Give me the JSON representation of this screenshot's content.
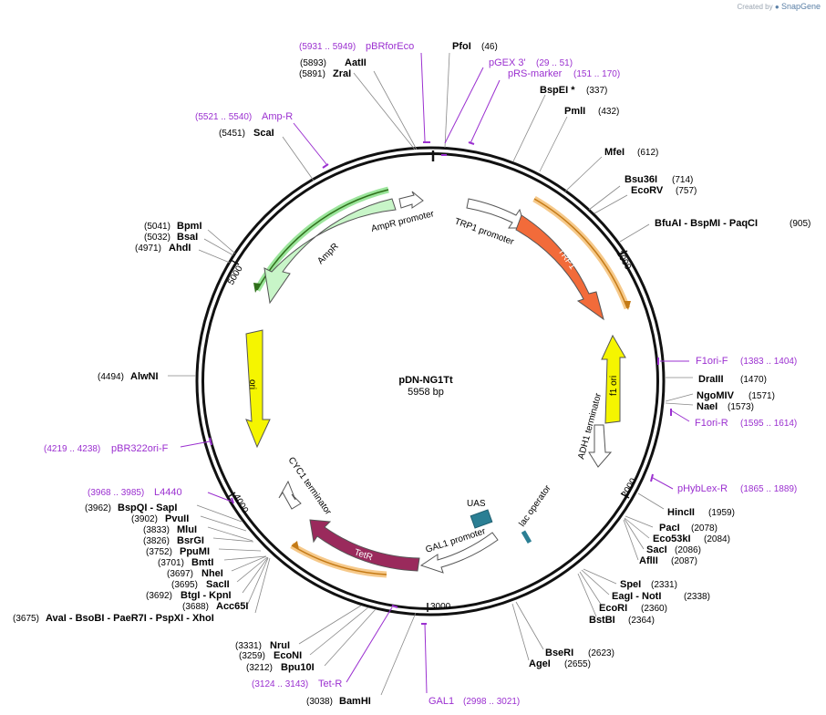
{
  "credit": {
    "prefix": "Created by",
    "brand": "SnapGene"
  },
  "plasmid": {
    "name": "pDN-NG1Tt",
    "size_label": "5958 bp"
  },
  "ticks": [
    {
      "label": "1000"
    },
    {
      "label": "2000"
    },
    {
      "label": "3000"
    },
    {
      "label": "4000"
    },
    {
      "label": "5000"
    }
  ],
  "features": [
    {
      "label": "AmpR promoter"
    },
    {
      "label": "AmpR"
    },
    {
      "label": "TRP1 promoter"
    },
    {
      "label": "TRP1"
    },
    {
      "label": "ori"
    },
    {
      "label": "f1 ori"
    },
    {
      "label": "ADH1 terminator"
    },
    {
      "label": "CYC1 terminator"
    },
    {
      "label": "TetR"
    },
    {
      "label": "GAL1 promoter"
    },
    {
      "label": "UAS"
    },
    {
      "label": "lac operator"
    }
  ],
  "sites": [
    {
      "name": "PfoI",
      "pos": "(46)"
    },
    {
      "name": "AatII",
      "pos": "(5893)"
    },
    {
      "name": "ZraI",
      "pos": "(5891)"
    },
    {
      "name": "BspEI *",
      "pos": "(337)"
    },
    {
      "name": "PmlI",
      "pos": "(432)"
    },
    {
      "name": "MfeI",
      "pos": "(612)"
    },
    {
      "name": "Bsu36I",
      "pos": "(714)"
    },
    {
      "name": "EcoRV",
      "pos": "(757)"
    },
    {
      "name": "BfuAI - BspMI - PaqCI",
      "pos": "(905)"
    },
    {
      "name": "ScaI",
      "pos": "(5451)"
    },
    {
      "name": "BpmI",
      "pos": "(5041)"
    },
    {
      "name": "BsaI",
      "pos": "(5032)"
    },
    {
      "name": "AhdI",
      "pos": "(4971)"
    },
    {
      "name": "AlwNI",
      "pos": "(4494)"
    },
    {
      "name": "DraIII",
      "pos": "(1470)"
    },
    {
      "name": "NgoMIV",
      "pos": "(1571)"
    },
    {
      "name": "NaeI",
      "pos": "(1573)"
    },
    {
      "name": "HincII",
      "pos": "(1959)"
    },
    {
      "name": "PacI",
      "pos": "(2078)"
    },
    {
      "name": "Eco53kI",
      "pos": "(2084)"
    },
    {
      "name": "SacI",
      "pos": "(2086)"
    },
    {
      "name": "AflII",
      "pos": "(2087)"
    },
    {
      "name": "SpeI",
      "pos": "(2331)"
    },
    {
      "name": "EagI - NotI",
      "pos": "(2338)"
    },
    {
      "name": "EcoRI",
      "pos": "(2360)"
    },
    {
      "name": "BstBI",
      "pos": "(2364)"
    },
    {
      "name": "BseRI",
      "pos": "(2623)"
    },
    {
      "name": "AgeI",
      "pos": "(2655)"
    },
    {
      "name": "BamHI",
      "pos": "(3038)"
    },
    {
      "name": "Bpu10I",
      "pos": "(3212)"
    },
    {
      "name": "EcoNI",
      "pos": "(3259)"
    },
    {
      "name": "NruI",
      "pos": "(3331)"
    },
    {
      "name": "AvaI - BsoBI - PaeR7I - PspXI - XhoI",
      "pos": "(3675)"
    },
    {
      "name": "Acc65I",
      "pos": "(3688)"
    },
    {
      "name": "BtgI - KpnI",
      "pos": "(3692)"
    },
    {
      "name": "SacII",
      "pos": "(3695)"
    },
    {
      "name": "NheI",
      "pos": "(3697)"
    },
    {
      "name": "BmtI",
      "pos": "(3701)"
    },
    {
      "name": "PpuMI",
      "pos": "(3752)"
    },
    {
      "name": "BsrGI",
      "pos": "(3826)"
    },
    {
      "name": "MluI",
      "pos": "(3833)"
    },
    {
      "name": "PvuII",
      "pos": "(3902)"
    },
    {
      "name": "BspQI - SapI",
      "pos": "(3962)"
    }
  ],
  "primers": [
    {
      "name": "pBRforEco",
      "range": "(5931 .. 5949)"
    },
    {
      "name": "pGEX 3'",
      "range": "(29 .. 51)"
    },
    {
      "name": "pRS-marker",
      "range": "(151 .. 170)"
    },
    {
      "name": "Amp-R",
      "range": "(5521 .. 5540)"
    },
    {
      "name": "F1ori-F",
      "range": "(1383 .. 1404)"
    },
    {
      "name": "F1ori-R",
      "range": "(1595 .. 1614)"
    },
    {
      "name": "pHybLex-R",
      "range": "(1865 .. 1889)"
    },
    {
      "name": "pBR322ori-F",
      "range": "(4219 .. 4238)"
    },
    {
      "name": "L4440",
      "range": "(3968 .. 3985)"
    },
    {
      "name": "Tet-R",
      "range": "(3124 .. 3143)"
    },
    {
      "name": "GAL1",
      "range": "(2998 .. 3021)"
    }
  ],
  "colors": {
    "backbone": "#111111",
    "primer": "#9b30d0",
    "ampr": "#c8f5c8",
    "trp1": "#f26b3a",
    "ori": "#f5f500",
    "tetr": "#9a2a5c",
    "uas": "#2b7f94",
    "orf_highlight": "#e8a23a",
    "orf_highlight_green": "#2f6f1a"
  }
}
